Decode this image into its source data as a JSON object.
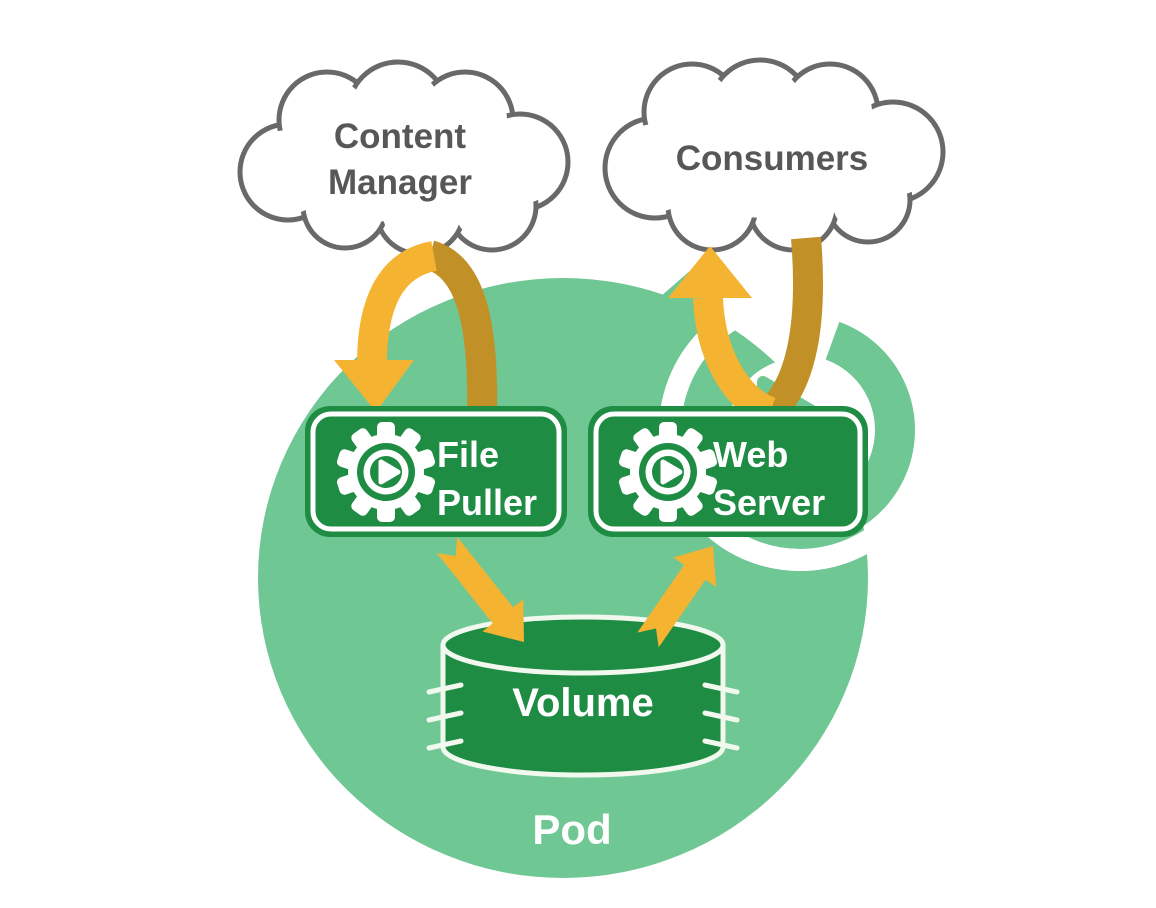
{
  "diagram": {
    "clouds": {
      "content_manager": "Content Manager",
      "consumers": "Consumers"
    },
    "containers": {
      "file_puller": "File Puller",
      "web_server": "Web Server"
    },
    "volume_label": "Volume",
    "pod_label": "Pod",
    "icons": {
      "container_icon": "gear-play-icon",
      "pod_watermark_icon": "circular-play-watermark",
      "arrows": [
        "content-manager-to-file-puller-arrow",
        "web-server-to-consumers-arrow",
        "file-puller-to-volume-arrow",
        "volume-to-web-server-arrow"
      ]
    },
    "colors": {
      "background": "#ffffff",
      "pod_green": "#6fc794",
      "container_green": "#1f8c44",
      "arrow_yellow": "#f4b331",
      "arrow_gold": "#c19127",
      "cloud_outline": "#696969",
      "cloud_text": "#575757",
      "label_white": "#ffffff",
      "cylinder_stroke": "#f1f8ee"
    }
  }
}
